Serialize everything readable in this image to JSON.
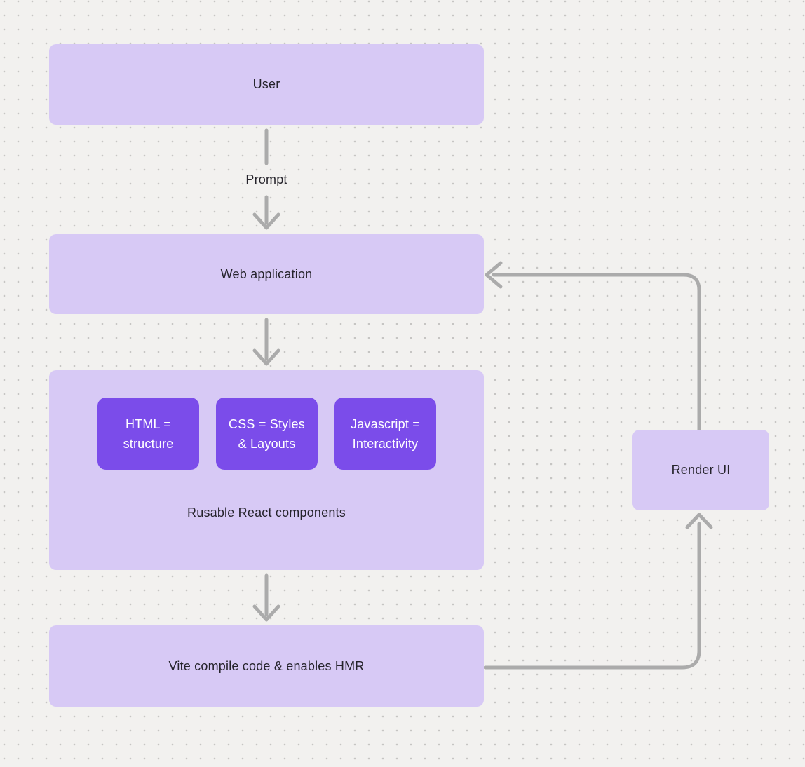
{
  "nodes": {
    "user": {
      "label": "User"
    },
    "web_application": {
      "label": "Web application"
    },
    "components_group": {
      "label": "Rusable React components",
      "children": [
        {
          "label": "HTML =\nstructure"
        },
        {
          "label": "CSS = Styles\n& Layouts"
        },
        {
          "label": "Javascript =\nInteractivity"
        }
      ]
    },
    "vite": {
      "label": "Vite compile code & enables HMR"
    },
    "render_ui": {
      "label": "Render UI"
    }
  },
  "edges": [
    {
      "from": "User",
      "to": "Web application",
      "label": "Prompt",
      "direction": "down"
    },
    {
      "from": "Web application",
      "to": "Rusable React components",
      "label": "",
      "direction": "down"
    },
    {
      "from": "Rusable React components",
      "to": "Vite compile code & enables HMR",
      "label": "",
      "direction": "down"
    },
    {
      "from": "Vite compile code & enables HMR",
      "to": "Render UI",
      "label": "",
      "direction": "right-then-up"
    },
    {
      "from": "Render UI",
      "to": "Web application",
      "label": "",
      "direction": "up-then-left"
    }
  ],
  "colors": {
    "background": "#f2f1ef",
    "grid_dot": "#c6c5c3",
    "node_fill_light": "#d7c9f5",
    "node_fill_dark": "#7b4cea",
    "arrow": "#ababab",
    "text_dark": "#25232b",
    "text_light": "#ffffff"
  }
}
